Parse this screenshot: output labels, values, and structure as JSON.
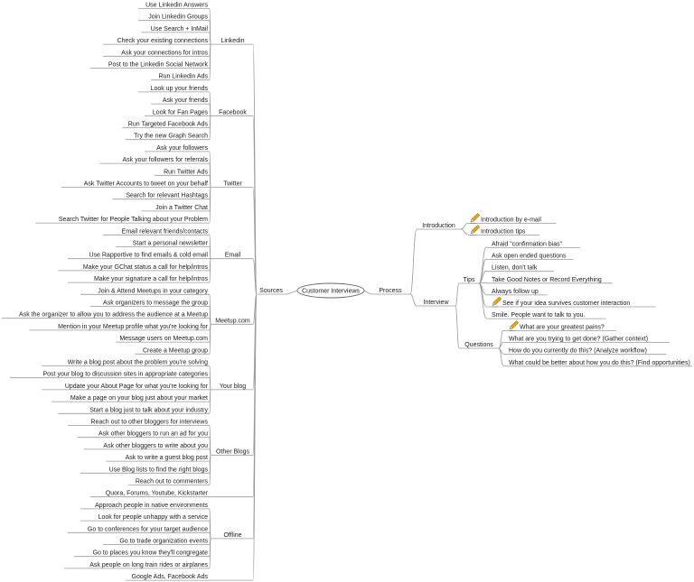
{
  "center": {
    "label": "Customer Interviews"
  },
  "left": {
    "label": "Sources",
    "groups": [
      {
        "label": "Linkedin",
        "items": [
          "Use Linkedin Answers",
          "Join Linkedin Groups",
          "Use Search + InMail",
          "Check your existing connections",
          "Ask your connections for intros",
          "Post to the Linkedin Social Network",
          "Run Linkedin Ads"
        ]
      },
      {
        "label": "Facebook",
        "items": [
          "Look up your friends",
          "Ask your friends",
          "Look for Fan Pages",
          "Run Targeted Facebook Ads",
          "Try the new Graph Search"
        ]
      },
      {
        "label": "Twitter",
        "items": [
          "Ask your followers",
          "Ask your followers for referrals",
          "Run Twitter Ads",
          "Ask Twitter Accounts to tweet on your behalf",
          "Search for relevant Hashtags",
          "Join a Twitter Chat",
          "Search Twitter for People Talking about your Problem"
        ]
      },
      {
        "label": "Email",
        "items": [
          "Email relevant friends/contacts",
          "Start a personal newsletter",
          "Use Rapportive to find emails & cold email",
          "Make your GChat status a call for help/intros",
          "Make your signature a call for help/intros"
        ]
      },
      {
        "label": "Meetup.com",
        "items": [
          "Join & Attend Meetups in your category",
          "Ask organizers to message the group",
          "Ask the organizer to allow you to address the audience at a Meetup",
          "Mention in your Meetup profile what you're looking for",
          "Message users on Meetup.com",
          "Create a Meetup group"
        ]
      },
      {
        "label": "Your blog",
        "items": [
          "Write a blog post about the problem you're solving",
          "Post your blog to discussion sites in appropriate categories",
          "Update your About Page for what you're looking for",
          "Make a page on your blog just about your market",
          "Start a blog just to talk about your industry"
        ]
      },
      {
        "label": "Other Blogs",
        "items": [
          "Reach out to other bloggers for interviews",
          "Ask other bloggers to run an ad for you",
          "Ask other bloggers to write about you",
          "Ask to write a guest blog post",
          "Use Blog lists to find the right blogs",
          "Reach out to commenters"
        ]
      },
      {
        "label": "",
        "items": [
          "Quora, Forums, Youtube, Kickstarter"
        ]
      },
      {
        "label": "Offline",
        "items": [
          "Approach people in native environments",
          "Look for people unhappy with a service",
          "Go to conferences for your target audience",
          "Go to trade organization events",
          "Go to places you know they'll congregate",
          "Ask people on long train rides or airplanes"
        ]
      },
      {
        "label": "",
        "items": [
          "Google Ads, Facebook Ads"
        ]
      }
    ]
  },
  "right": {
    "label": "Process",
    "groups": [
      {
        "label": "Introduction",
        "children": [
          {
            "label": "Introduction by e-mail",
            "icon": "pencil-icon"
          },
          {
            "label": "Introduction tips",
            "icon": "pencil-icon"
          }
        ]
      },
      {
        "label": "Interview",
        "children": [
          {
            "label": "Tips",
            "children": [
              {
                "label": "Afraid \"confirmation bias\""
              },
              {
                "label": "Ask open ended questions"
              },
              {
                "label": "Listen, don't talk"
              },
              {
                "label": "Take Good Notes or Record Everything"
              },
              {
                "label": "Always follow up"
              },
              {
                "label": "See if your idea survives customer interaction",
                "icon": "pencil-icon"
              },
              {
                "label": "Smile. People want to talk to you."
              }
            ]
          },
          {
            "label": "Questions",
            "children": [
              {
                "label": "What are your greatest pains?",
                "icon": "pencil-icon"
              },
              {
                "label": "What are you trying to get done? (Gather context)"
              },
              {
                "label": "How do you currently do this? (Analyze workflow)"
              },
              {
                "label": "What could be better about how you do this? (Find opportunities)"
              }
            ]
          }
        ]
      }
    ]
  },
  "colors": {
    "line": "#9a9a9a",
    "text": "#1a1a1a",
    "pencil": "#e8a317"
  }
}
